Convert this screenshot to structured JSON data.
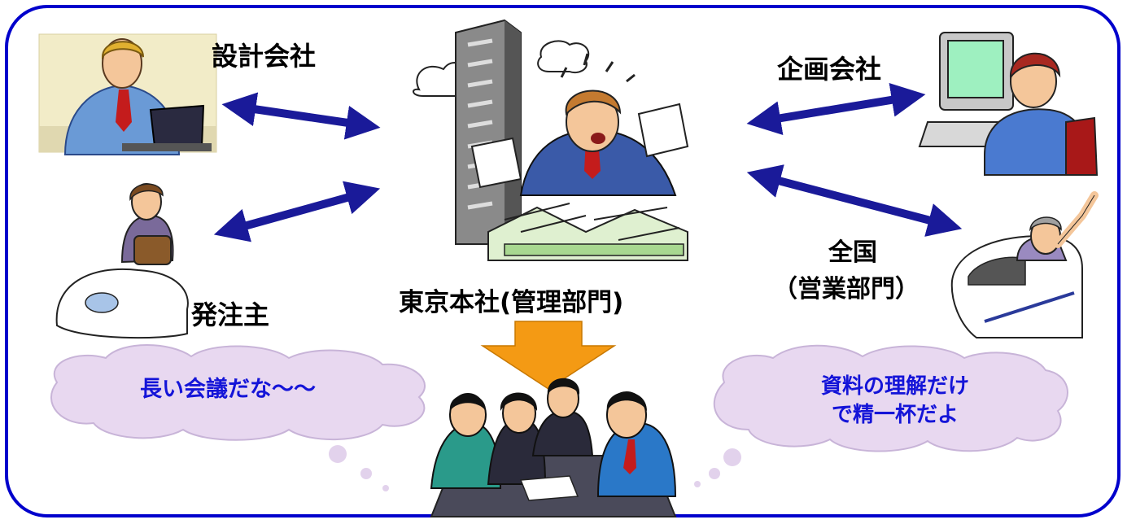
{
  "nodes": {
    "design_company": "設計会社",
    "client": "発注主",
    "planning_company": "企画会社",
    "nationwide_line1": "全国",
    "nationwide_line2": "（営業部門）",
    "headquarters": "東京本社(管理部門)"
  },
  "bubbles": {
    "left": "長い会議だな～～",
    "right_line1": "資料の理解だけ",
    "right_line2": "で精一杯だよ"
  },
  "colors": {
    "frame": "#0000cc",
    "arrow": "#1a1a99",
    "down_arrow": "#f49a14",
    "bubble_fill": "#e8d8f0",
    "bubble_text": "#1414d8"
  }
}
